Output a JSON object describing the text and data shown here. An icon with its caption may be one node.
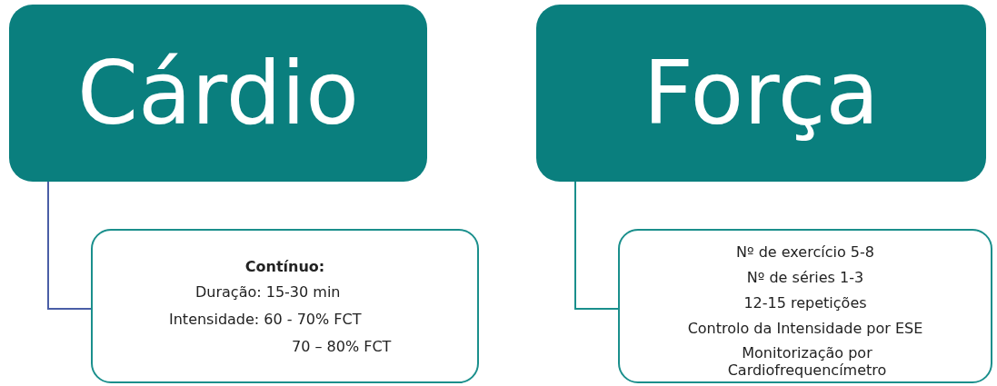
{
  "diagram": {
    "nodes": [
      {
        "text": [
          "Cárdio"
        ]
      },
      {
        "text": [
          "Contínuo:",
          "Duração: 15-30 min",
          "Intensidade: 60 - 70% FCT",
          "70 – 80% FCT"
        ]
      },
      {
        "text": [
          "Força"
        ]
      },
      {
        "text": [
          "Nº de exercício 5-8",
          "Nº de séries 1-3",
          "12-15 repetições",
          "Controlo da Intensidade por ESE",
          "Monitorização por Cardiofrequencímetro"
        ]
      }
    ],
    "edges": [
      {
        "from": 0,
        "to": 1,
        "arrow": "none",
        "color": "#4a5ea6"
      },
      {
        "from": 2,
        "to": 3,
        "arrow": "none"
      }
    ]
  }
}
